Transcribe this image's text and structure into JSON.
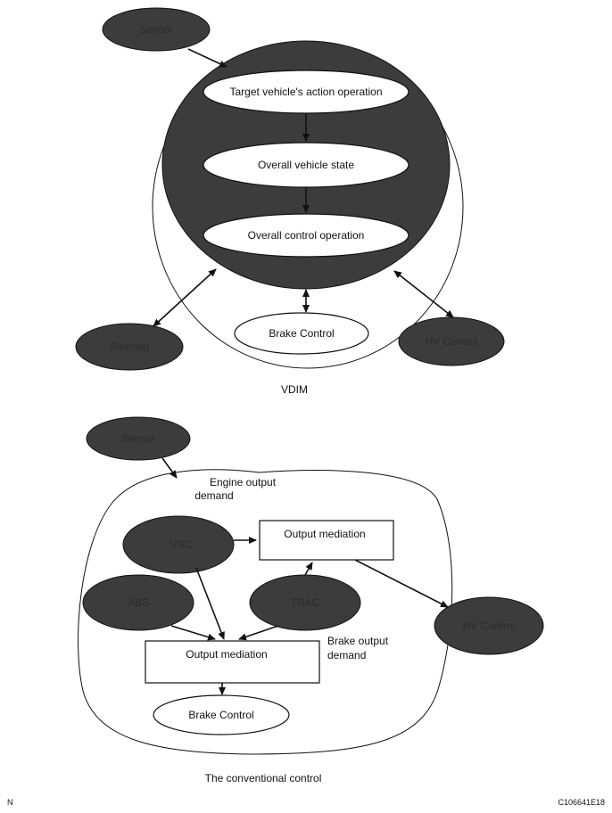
{
  "vdim": {
    "sensor": "Sensor",
    "target_action": "Target vehicle's action operation",
    "overall_state": "Overall vehicle state",
    "overall_control": "Overall control operation",
    "brake_control": "Brake Control",
    "steering": "Steering",
    "hv_control": "HV Control",
    "caption": "VDIM"
  },
  "conventional": {
    "sensor": "Sensor",
    "engine_demand_1": "Engine output",
    "engine_demand_2": "demand",
    "vsc": "VSC",
    "output_mediation_top": "Output mediation",
    "abs": "ABS",
    "trac": "TRAC",
    "hv_control": "HV Control",
    "output_mediation_bottom": "Output mediation",
    "brake_demand_1": "Brake output",
    "brake_demand_2": "demand",
    "brake_control": "Brake Control",
    "caption": "The conventional control"
  },
  "footer": {
    "left_mark": "N",
    "figure_id": "C106641E18"
  },
  "colors": {
    "dark_fill": "#3c3c3c",
    "line": "#111111",
    "background": "#ffffff"
  }
}
